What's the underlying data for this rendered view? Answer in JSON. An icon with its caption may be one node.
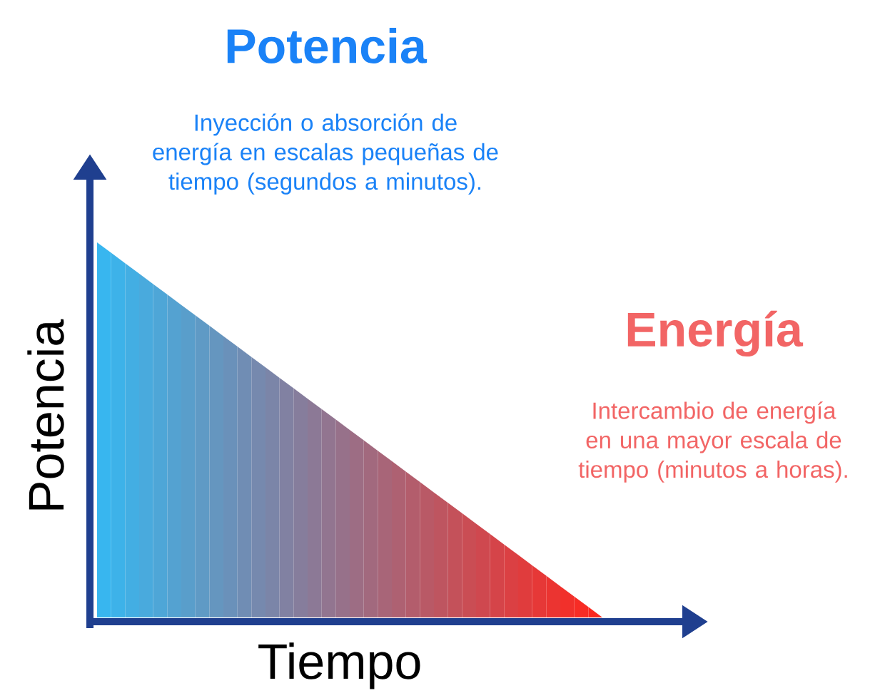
{
  "diagram": {
    "labels": [
      "Potencia",
      "Inyección o absorción de energía en escalas pequeñas de tiempo (segundos a minutos).",
      "Energía",
      "Intercambio de energía en una mayor escala de tiempo (minutos a horas).",
      "Potencia",
      "Tiempo"
    ]
  }
}
